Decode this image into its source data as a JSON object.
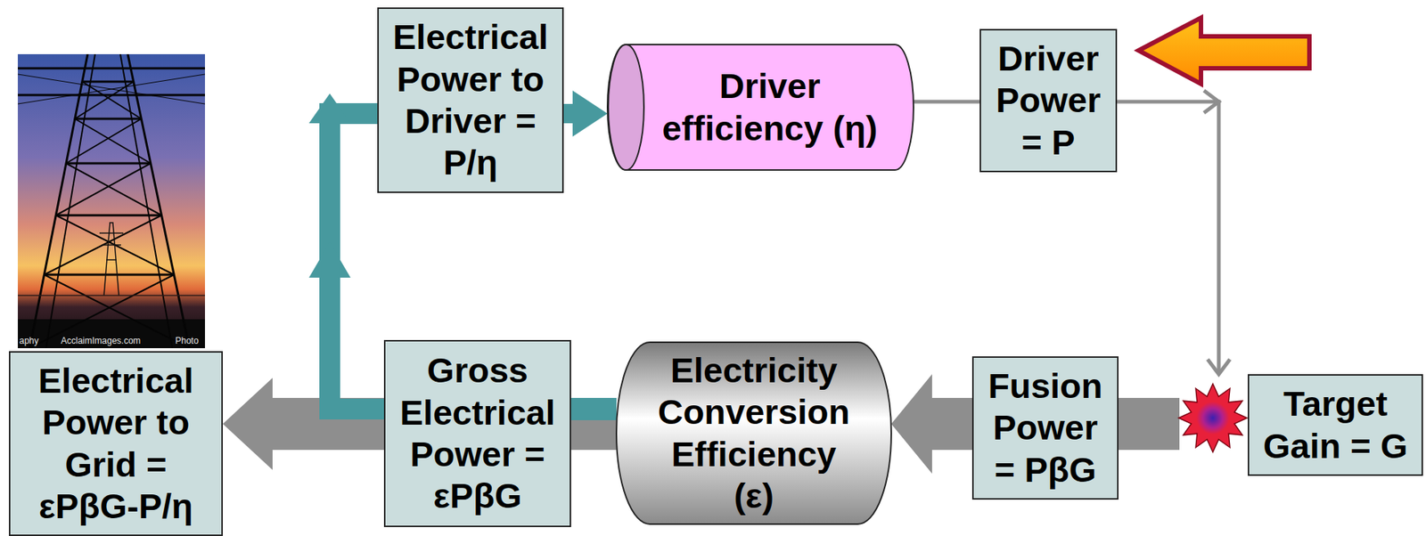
{
  "diagram": {
    "nodes": [
      {
        "text": [
          "Electrical Power to Driver = P/η"
        ]
      },
      {
        "text": [
          "Driver efficiency (η)"
        ]
      },
      {
        "text": [
          "Driver Power = P"
        ]
      },
      {
        "text": [
          "Target Gain = G"
        ]
      },
      {
        "text": [
          "Fusion Power = PβG"
        ]
      },
      {
        "text": [
          "Electricity Conversion Efficiency (ε)"
        ]
      },
      {
        "text": [
          "Gross Electrical Power = εPβG"
        ]
      },
      {
        "text": [
          "Electrical Power to Grid = εPβG-P/η"
        ]
      }
    ],
    "edges": [
      {
        "from": 0,
        "to": 1,
        "arrow": "to"
      },
      {
        "from": 1,
        "to": 2,
        "arrow": "none"
      },
      {
        "from": 2,
        "to": 3,
        "arrow": "to"
      },
      {
        "from": 3,
        "to": 4,
        "arrow": "none"
      },
      {
        "from": 4,
        "to": 5,
        "arrow": "to"
      },
      {
        "from": 5,
        "to": 6,
        "arrow": "none"
      },
      {
        "from": 6,
        "to": 7,
        "arrow": "to"
      },
      {
        "from": 6,
        "to": 0,
        "arrow": "to"
      }
    ],
    "labels": [
      "aphy",
      "AcclaimImages.com",
      "Photo"
    ]
  }
}
